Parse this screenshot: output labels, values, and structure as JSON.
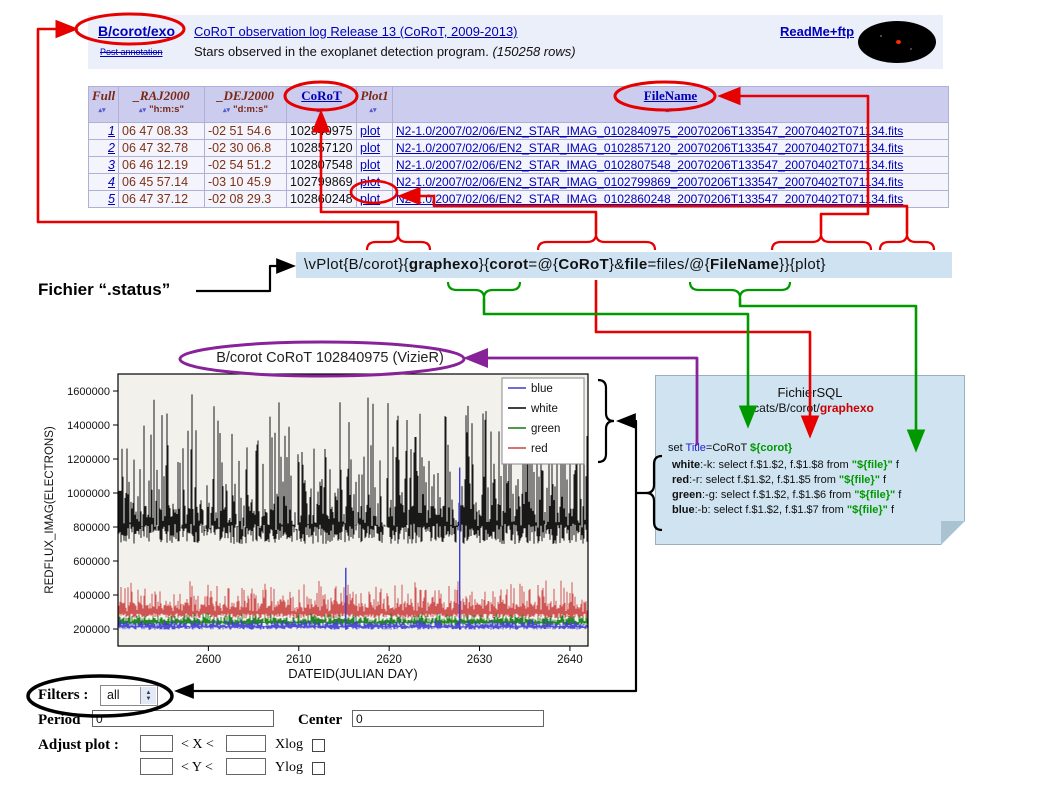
{
  "annotation_colors": {
    "red": "#e60000",
    "green": "#009900",
    "purple": "#882299",
    "black": "#000000"
  },
  "header": {
    "catalog_link": "B/corot/exo",
    "post_annotation": "Post annotation",
    "release_link": "CoRoT observation log Release 13 (CoRoT, 2009-2013)",
    "description": "Stars observed in the exoplanet detection program.",
    "row_count": "(150258 rows)",
    "readme_link": "ReadMe+ftp"
  },
  "icons": {
    "sort": "▴▾",
    "stepper_up": "▲",
    "stepper_down": "▼"
  },
  "table": {
    "columns": [
      "Full",
      "_RAJ2000",
      "_DEJ2000",
      "CoRoT",
      "Plot1",
      "FileName"
    ],
    "units": [
      "",
      "\"h:m:s\"",
      "\"d:m:s\"",
      "",
      "",
      ""
    ],
    "rows": [
      [
        "1",
        "06 47 08.33",
        "-02 51 54.6",
        "102840975",
        "plot",
        "N2-1.0/2007/02/06/EN2_STAR_IMAG_0102840975_20070206T133547_20070402T071134.fits"
      ],
      [
        "2",
        "06 47 32.78",
        "-02 30 06.8",
        "102857120",
        "plot",
        "N2-1.0/2007/02/06/EN2_STAR_IMAG_0102857120_20070206T133547_20070402T071134.fits"
      ],
      [
        "3",
        "06 46 12.19",
        "-02 54 51.2",
        "102807548",
        "plot",
        "N2-1.0/2007/02/06/EN2_STAR_IMAG_0102807548_20070206T133547_20070402T071134.fits"
      ],
      [
        "4",
        "06 45 57.14",
        "-03 10 45.9",
        "102799869",
        "plot",
        "N2-1.0/2007/02/06/EN2_STAR_IMAG_0102799869_20070206T133547_20070402T071134.fits"
      ],
      [
        "5",
        "06 47 37.12",
        "-02 08 29.3",
        "102860248",
        "plot",
        "N2-1.0/2007/02/06/EN2_STAR_IMAG_0102860248_20070206T133547_20070402T071134.fits"
      ]
    ]
  },
  "command": {
    "parts": [
      {
        "text": "\\vPlot{B/corot}{",
        "bold": false
      },
      {
        "text": "graphexo",
        "bold": true
      },
      {
        "text": "}{",
        "bold": false
      },
      {
        "text": "corot",
        "bold": true
      },
      {
        "text": "=@{",
        "bold": false
      },
      {
        "text": "CoRoT",
        "bold": true
      },
      {
        "text": "}&",
        "bold": false
      },
      {
        "text": "file",
        "bold": true
      },
      {
        "text": "=files/@{",
        "bold": false
      },
      {
        "text": "FileName",
        "bold": true
      },
      {
        "text": "}}{plot}",
        "bold": false
      }
    ]
  },
  "status_label": "Fichier “.status”",
  "sql_box": {
    "title": "FichierSQL",
    "path_prefix": "~cats/B/corot/",
    "path_name": "graphexo",
    "set_line": {
      "t1": "set ",
      "t2": "Title",
      "t3": "=CoRoT ",
      "t4": "${corot}"
    },
    "select_lines": [
      {
        "name": "white",
        "flag": ":-k:",
        "select": " select f.$1.$2, f.$1.$8 from ",
        "file_var": "\"${file}\"",
        "suffix": " f"
      },
      {
        "name": "red",
        "flag": ":-r:",
        "select": " select f.$1.$2, f.$1.$5 from ",
        "file_var": "\"${file}\"",
        "suffix": " f"
      },
      {
        "name": "green",
        "flag": ":-g:",
        "select": " select f.$1.$2, f.$1.$6 from ",
        "file_var": "\"${file}\"",
        "suffix": " f"
      },
      {
        "name": "blue",
        "flag": ":-b:",
        "select": "  select f.$1.$2, f.$1.$7 from ",
        "file_var": "\"${file}\"",
        "suffix": " f"
      }
    ]
  },
  "chart_data": {
    "type": "line",
    "title": "B/corot CoRoT 102840975 (VizieR)",
    "xlabel": "DATEID(JULIAN DAY)",
    "ylabel": "REDFLUX_IMAG(ELECTRONS)",
    "xlim": [
      2590,
      2642
    ],
    "ylim": [
      100000,
      1700000
    ],
    "xticks": [
      2600,
      2610,
      2620,
      2630,
      2640
    ],
    "yticks": [
      200000,
      400000,
      600000,
      800000,
      1000000,
      1200000,
      1400000,
      1600000
    ],
    "grid": false,
    "legend_position": "upper right",
    "legend": [
      {
        "label": "blue",
        "color": "#3b3bd6"
      },
      {
        "label": "white",
        "color": "#000000"
      },
      {
        "label": "green",
        "color": "#0e7a0e"
      },
      {
        "label": "red",
        "color": "#cc4444"
      }
    ],
    "noise_seed": 11,
    "series": [
      {
        "name": "white",
        "color": "#000000",
        "band_low": 700000,
        "band_high": 820000,
        "peak_base": 780000,
        "peak_jitter": 150000,
        "spike_amp": 680000,
        "spike_power": 3
      },
      {
        "name": "red",
        "color": "#cc4444",
        "band_low": 262000,
        "band_high": 292000,
        "peak_base": 300000,
        "peak_jitter": 55000,
        "spike_amp": 140000,
        "spike_power": 3
      },
      {
        "name": "green",
        "color": "#0e7a0e",
        "band_low": 222000,
        "band_high": 238000,
        "peak_base": 240000,
        "peak_jitter": 28000,
        "spike_amp": 30000,
        "spike_power": 4
      },
      {
        "name": "blue",
        "color": "#3b3bd6",
        "band_low": 196000,
        "band_high": 212000,
        "peak_base": 214000,
        "peak_jitter": 24000,
        "spike_amp": 26000,
        "spike_power": 4
      }
    ],
    "outlier_spikes": [
      {
        "series": "blue",
        "x": 2627.8,
        "y": 1150000
      },
      {
        "series": "blue",
        "x": 2615.2,
        "y": 560000
      }
    ]
  },
  "controls": {
    "filters_label": "Filters :",
    "filters_value": "all",
    "period_label": "Period",
    "period_value": "0",
    "center_label": "Center",
    "center_value": "0",
    "adjust_label": "Adjust plot :",
    "x_range_label": "< X <",
    "xlog_label": "Xlog",
    "y_range_label": "< Y <",
    "ylog_label": "Ylog"
  }
}
